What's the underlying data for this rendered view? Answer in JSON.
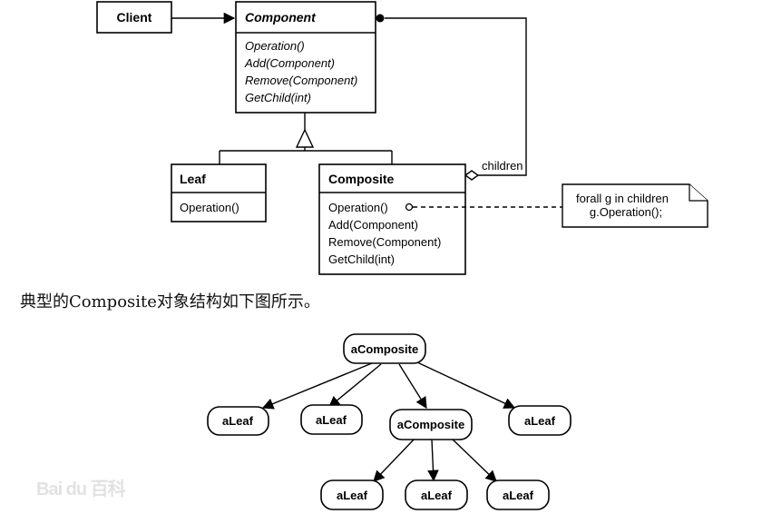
{
  "class_diagram": {
    "client": {
      "name": "Client"
    },
    "component": {
      "name": "Component",
      "operations": [
        "Operation()",
        "Add(Component)",
        "Remove(Component)",
        "GetChild(int)"
      ]
    },
    "leaf": {
      "name": "Leaf",
      "operations": [
        "Operation()"
      ]
    },
    "composite": {
      "name": "Composite",
      "operations": [
        "Operation()",
        "Add(Component)",
        "Remove(Component)",
        "GetChild(int)"
      ]
    },
    "children_label": "children",
    "note": {
      "lines": [
        "forall g in children",
        "g.Operation();"
      ]
    }
  },
  "caption": "典型的Composite对象结构如下图所示。",
  "object_diagram": {
    "root": "aComposite",
    "level1": [
      "aLeaf",
      "aLeaf",
      "aComposite",
      "aLeaf"
    ],
    "level2": [
      "aLeaf",
      "aLeaf",
      "aLeaf"
    ]
  },
  "watermark": "Bai du 百科"
}
